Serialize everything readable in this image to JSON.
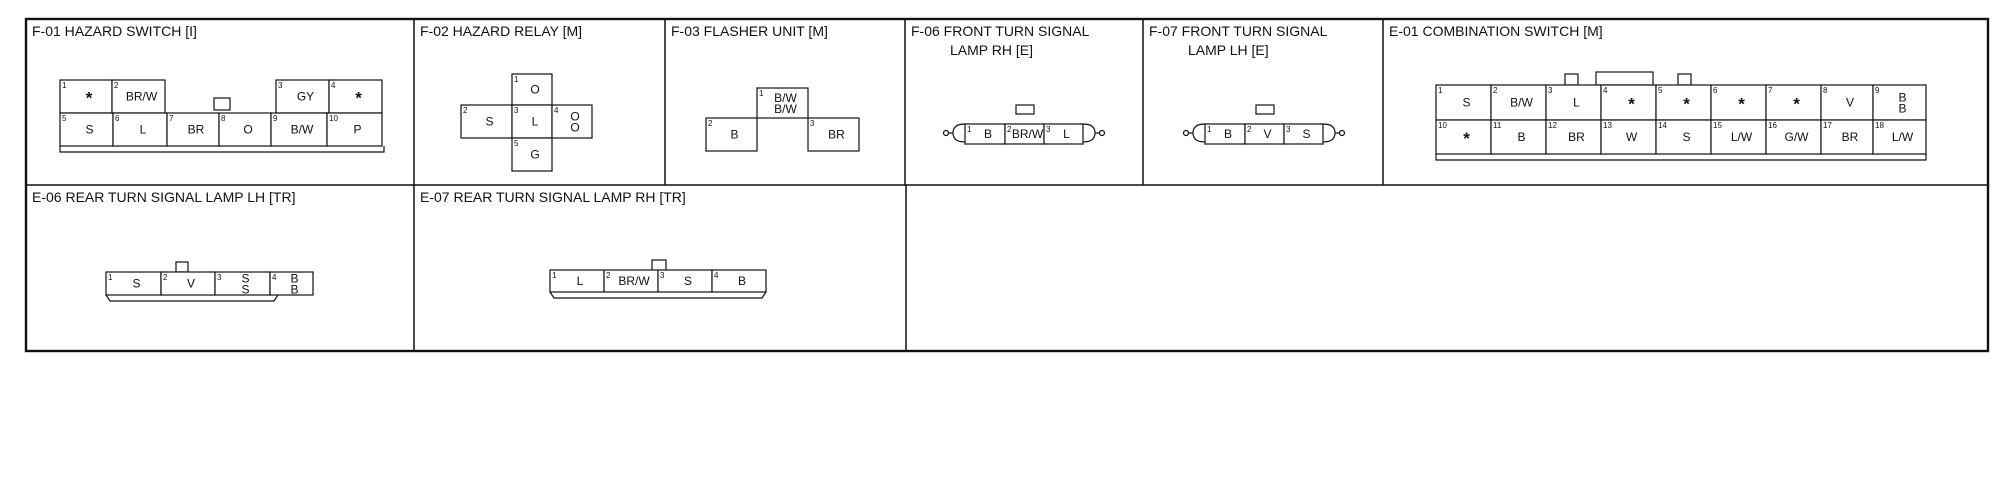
{
  "panels": [
    {
      "id": "f01",
      "title_lines": [
        "F-01 HAZARD SWITCH [I]"
      ],
      "pins": [
        {
          "n": "1",
          "w": [
            "*"
          ]
        },
        {
          "n": "2",
          "w": [
            "BR/W"
          ]
        },
        {
          "n": "3",
          "w": [
            "GY"
          ]
        },
        {
          "n": "4",
          "w": [
            "*"
          ]
        },
        {
          "n": "5",
          "w": [
            "S"
          ]
        },
        {
          "n": "6",
          "w": [
            "L"
          ]
        },
        {
          "n": "7",
          "w": [
            "BR"
          ]
        },
        {
          "n": "8",
          "w": [
            "O"
          ]
        },
        {
          "n": "9",
          "w": [
            "B/W"
          ]
        },
        {
          "n": "10",
          "w": [
            "P"
          ]
        }
      ]
    },
    {
      "id": "f02",
      "title_lines": [
        "F-02 HAZARD RELAY [M]"
      ],
      "pins": [
        {
          "n": "1",
          "w": [
            "O"
          ]
        },
        {
          "n": "2",
          "w": [
            "S"
          ]
        },
        {
          "n": "3",
          "w": [
            "L"
          ]
        },
        {
          "n": "4",
          "w": [
            "O",
            "O"
          ]
        },
        {
          "n": "5",
          "w": [
            "G"
          ]
        }
      ]
    },
    {
      "id": "f03",
      "title_lines": [
        "F-03 FLASHER UNIT [M]"
      ],
      "pins": [
        {
          "n": "1",
          "w": [
            "B/W",
            "B/W"
          ]
        },
        {
          "n": "2",
          "w": [
            "B"
          ]
        },
        {
          "n": "3",
          "w": [
            "BR"
          ]
        }
      ]
    },
    {
      "id": "f06",
      "title_lines": [
        "F-06 FRONT TURN SIGNAL",
        "LAMP RH [E]"
      ],
      "pins": [
        {
          "n": "1",
          "w": [
            "B"
          ]
        },
        {
          "n": "2",
          "w": [
            "BR/W"
          ]
        },
        {
          "n": "3",
          "w": [
            "L"
          ]
        }
      ]
    },
    {
      "id": "f07",
      "title_lines": [
        "F-07 FRONT TURN SIGNAL",
        "LAMP LH [E]"
      ],
      "pins": [
        {
          "n": "1",
          "w": [
            "B"
          ]
        },
        {
          "n": "2",
          "w": [
            "V"
          ]
        },
        {
          "n": "3",
          "w": [
            "S"
          ]
        }
      ]
    },
    {
      "id": "e01",
      "title_lines": [
        "E-01 COMBINATION SWITCH [M]"
      ],
      "pins": [
        {
          "n": "1",
          "w": [
            "S"
          ]
        },
        {
          "n": "2",
          "w": [
            "B/W"
          ]
        },
        {
          "n": "3",
          "w": [
            "L"
          ]
        },
        {
          "n": "4",
          "w": [
            "*"
          ]
        },
        {
          "n": "5",
          "w": [
            "*"
          ]
        },
        {
          "n": "6",
          "w": [
            "*"
          ]
        },
        {
          "n": "7",
          "w": [
            "*"
          ]
        },
        {
          "n": "8",
          "w": [
            "V"
          ]
        },
        {
          "n": "9",
          "w": [
            "B",
            "B"
          ]
        },
        {
          "n": "10",
          "w": [
            "*"
          ]
        },
        {
          "n": "11",
          "w": [
            "B"
          ]
        },
        {
          "n": "12",
          "w": [
            "BR"
          ]
        },
        {
          "n": "13",
          "w": [
            "W"
          ]
        },
        {
          "n": "14",
          "w": [
            "S"
          ]
        },
        {
          "n": "15",
          "w": [
            "L/W"
          ]
        },
        {
          "n": "16",
          "w": [
            "G/W"
          ]
        },
        {
          "n": "17",
          "w": [
            "BR"
          ]
        },
        {
          "n": "18",
          "w": [
            "L/W"
          ]
        }
      ]
    },
    {
      "id": "e06",
      "title_lines": [
        "E-06 REAR TURN SIGNAL LAMP LH [TR]"
      ],
      "pins": [
        {
          "n": "1",
          "w": [
            "S"
          ]
        },
        {
          "n": "2",
          "w": [
            "V"
          ]
        },
        {
          "n": "3",
          "w": [
            "S",
            "S"
          ]
        },
        {
          "n": "4",
          "w": [
            "B",
            "B"
          ]
        }
      ]
    },
    {
      "id": "e07",
      "title_lines": [
        "E-07 REAR TURN SIGNAL LAMP RH [TR]"
      ],
      "pins": [
        {
          "n": "1",
          "w": [
            "L"
          ]
        },
        {
          "n": "2",
          "w": [
            "BR/W"
          ]
        },
        {
          "n": "3",
          "w": [
            "S"
          ]
        },
        {
          "n": "4",
          "w": [
            "B"
          ]
        }
      ]
    }
  ]
}
